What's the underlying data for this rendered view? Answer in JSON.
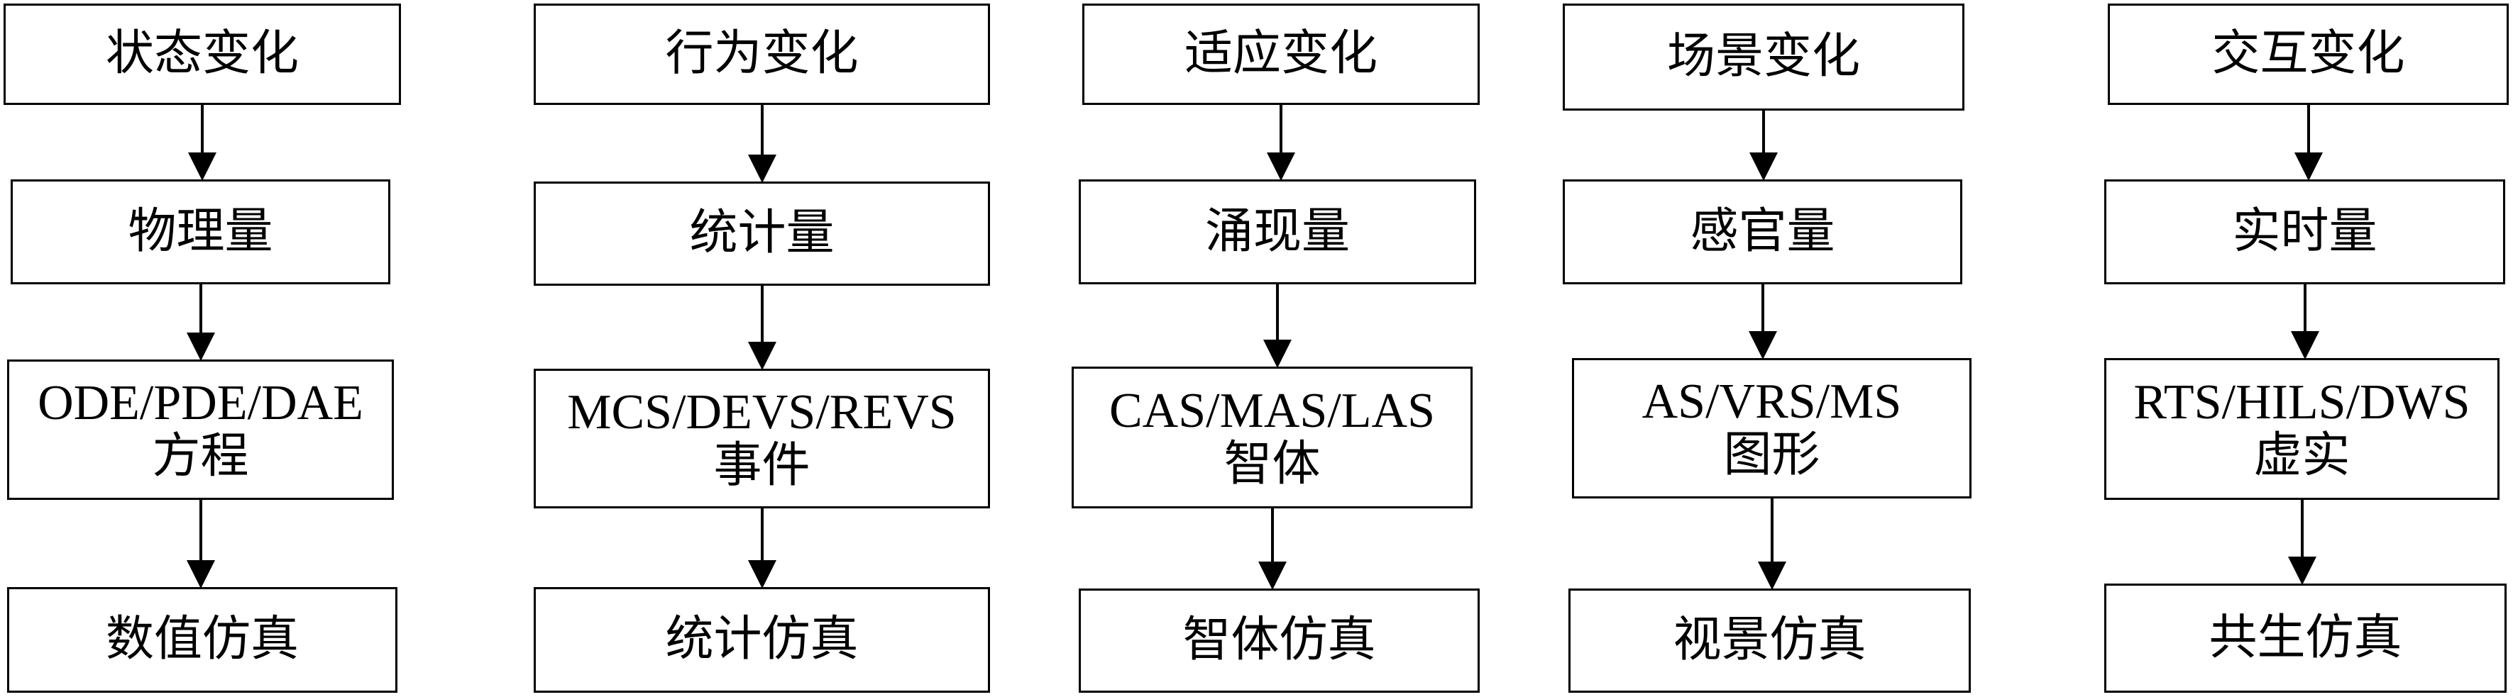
{
  "colors": {
    "stroke": "#000000",
    "background": "#ffffff"
  },
  "columns": [
    {
      "id": "state",
      "nodes": [
        {
          "lines": [
            "状态变化"
          ]
        },
        {
          "lines": [
            "物理量"
          ]
        },
        {
          "lines": [
            "ODE/PDE/DAE",
            "方程"
          ]
        },
        {
          "lines": [
            "数值仿真"
          ]
        }
      ]
    },
    {
      "id": "behavior",
      "nodes": [
        {
          "lines": [
            "行为变化"
          ]
        },
        {
          "lines": [
            "统计量"
          ]
        },
        {
          "lines": [
            "MCS/DEVS/REVS",
            "事件"
          ]
        },
        {
          "lines": [
            "统计仿真"
          ]
        }
      ]
    },
    {
      "id": "adaptation",
      "nodes": [
        {
          "lines": [
            "适应变化"
          ]
        },
        {
          "lines": [
            "涌现量"
          ]
        },
        {
          "lines": [
            "CAS/MAS/LAS",
            "智体"
          ]
        },
        {
          "lines": [
            "智体仿真"
          ]
        }
      ]
    },
    {
      "id": "scene",
      "nodes": [
        {
          "lines": [
            "场景变化"
          ]
        },
        {
          "lines": [
            "感官量"
          ]
        },
        {
          "lines": [
            "AS/VRS/MS",
            "图形"
          ]
        },
        {
          "lines": [
            "视景仿真"
          ]
        }
      ]
    },
    {
      "id": "interaction",
      "nodes": [
        {
          "lines": [
            "交互变化"
          ]
        },
        {
          "lines": [
            "实时量"
          ]
        },
        {
          "lines": [
            "RTS/HILS/DWS",
            "虚实"
          ]
        },
        {
          "lines": [
            "共生仿真"
          ]
        }
      ]
    }
  ]
}
